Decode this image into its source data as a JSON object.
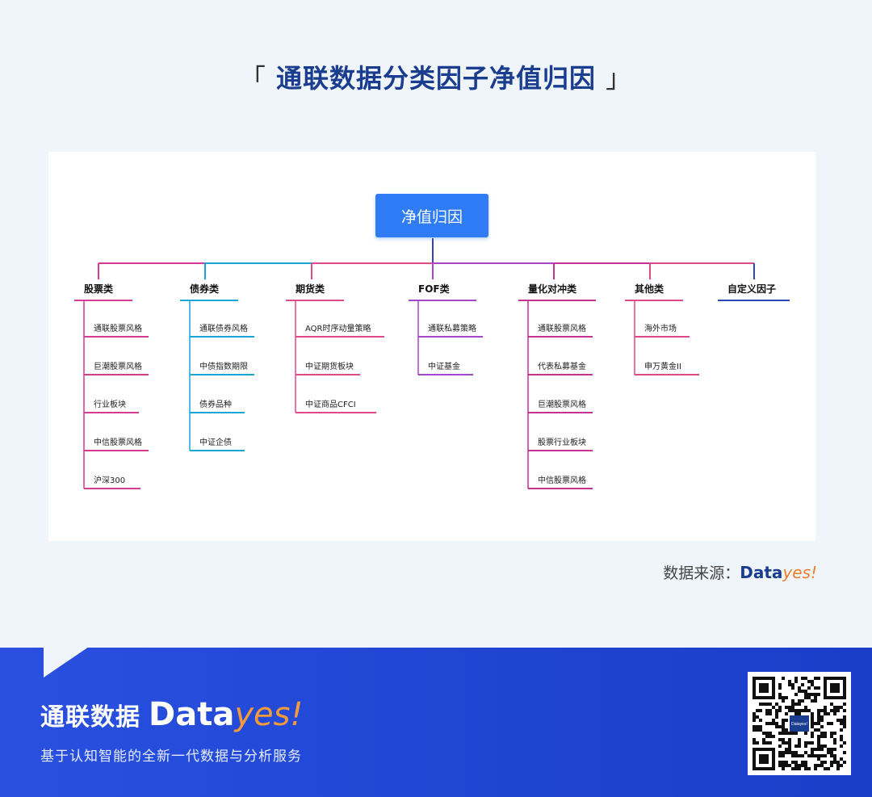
{
  "title": "通联数据分类因子净值归因",
  "title_open": "「",
  "title_close": "」",
  "diagram": {
    "root": "净值归因",
    "categories": [
      {
        "label": "股票类",
        "color": "#d63b94",
        "leaves": [
          "通联股票风格",
          "巨潮股票风格",
          "行业板块",
          "中信股票风格",
          "沪深300"
        ]
      },
      {
        "label": "债券类",
        "color": "#1ba6d8",
        "leaves": [
          "通联债券风格",
          "中债指数期限",
          "债券品种",
          "中证企债"
        ]
      },
      {
        "label": "期货类",
        "color": "#e04a8a",
        "leaves": [
          "AQR时序动量策略",
          "中证期货板块",
          "中证商品CFCI"
        ]
      },
      {
        "label": "FOF类",
        "color": "#a447c9",
        "leaves": [
          "通联私募策略",
          "中证基金"
        ]
      },
      {
        "label": "量化对冲类",
        "color": "#c4348f",
        "leaves": [
          "通联股票风格",
          "代表私募基金",
          "巨潮股票风格",
          "股票行业板块",
          "中信股票风格"
        ]
      },
      {
        "label": "其他类",
        "color": "#dd4a8a",
        "leaves": [
          "海外市场",
          "申万黄金II"
        ]
      },
      {
        "label": "自定义因子",
        "color": "#2b47b8",
        "leaves": []
      }
    ]
  },
  "source": {
    "label": "数据来源：",
    "logo_a": "Data",
    "logo_b": "yes!"
  },
  "footer": {
    "brand_cn": "通联数据",
    "brand_en_a": "Data",
    "brand_en_b": "yes!",
    "slogan": "基于认知智能的全新一代数据与分析服务",
    "qr_logo_a": "Data",
    "qr_logo_b": "yes!"
  }
}
